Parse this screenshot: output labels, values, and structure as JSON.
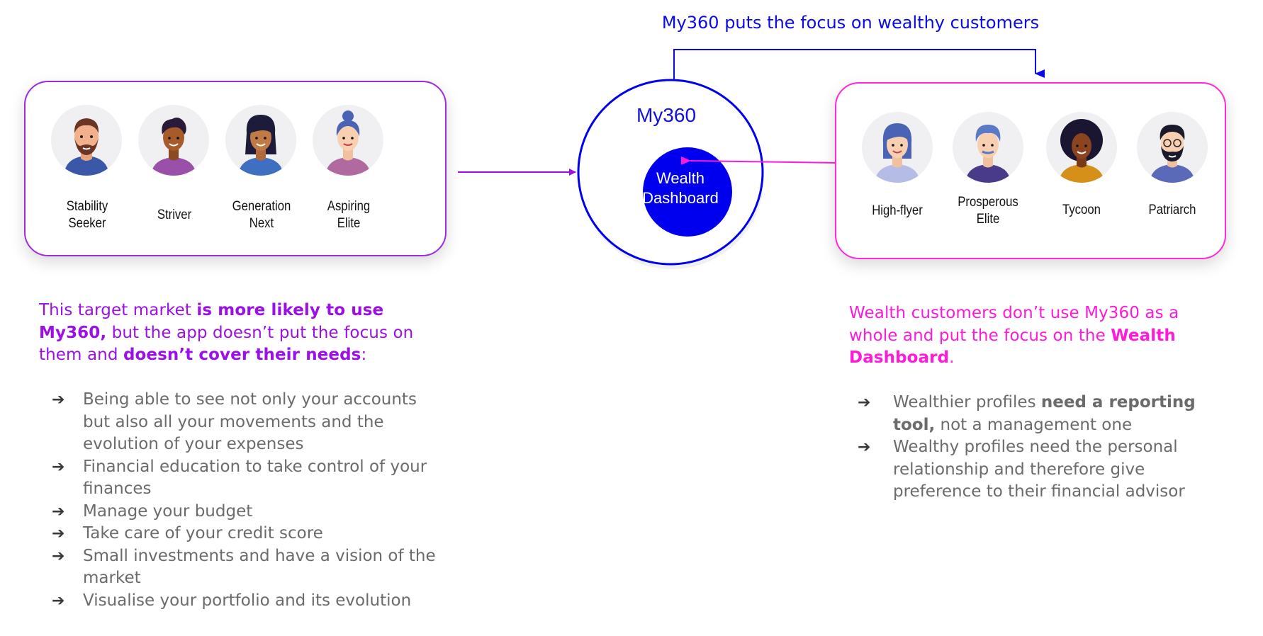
{
  "header": {
    "focus_label": "My360 puts the focus on wealthy customers"
  },
  "center": {
    "app_name": "My360",
    "dashboard_line1": "Wealth",
    "dashboard_line2": "Dashboard"
  },
  "left_group": {
    "personas": [
      {
        "line1": "Stability",
        "line2": "Seeker"
      },
      {
        "line1": "Striver",
        "line2": ""
      },
      {
        "line1": "Generation",
        "line2": "Next"
      },
      {
        "line1": "Aspiring",
        "line2": "Elite"
      }
    ],
    "summary": {
      "p1": "This target market ",
      "b1": "is more likely to use My360,",
      "p2": " but the app doesn’t put the focus on them and ",
      "b2": "doesn’t cover their needs",
      "p3": ":"
    },
    "needs": [
      "Being able to see not only your accounts but also all your movements and the evolution of your expenses",
      "Financial education to take control of your finances",
      "Manage your budget",
      "Take care of your credit score",
      "Small investments and have a vision of the market",
      "Visualise your portfolio and its evolution"
    ]
  },
  "right_group": {
    "personas": [
      {
        "line1": "High-flyer",
        "line2": ""
      },
      {
        "line1": "Prosperous",
        "line2": "Elite"
      },
      {
        "line1": "Tycoon",
        "line2": ""
      },
      {
        "line1": "Patriarch",
        "line2": ""
      }
    ],
    "summary": {
      "p1": "Wealth customers don’t use My360 as a whole and put the focus on the ",
      "b1": "Wealth Dashboard",
      "p2": "."
    },
    "insights": [
      {
        "p1": "Wealthier profiles ",
        "b1": "need a reporting tool,",
        "p2": " not a management one"
      },
      {
        "p1": "Wealthy profiles need the personal relationship and therefore give preference to their financial advisor",
        "b1": "",
        "p2": ""
      }
    ]
  },
  "arrow_symbol": "➔",
  "colors": {
    "left_accent": "#9b10e6",
    "right_accent": "#ff19d8",
    "app_blue": "#0000ee",
    "body_text": "#6b6b6b"
  },
  "icons": [
    "avatar-bearded-man-icon",
    "avatar-curly-man-icon",
    "avatar-woman-icon",
    "avatar-bun-woman-icon",
    "avatar-blue-hair-woman-icon",
    "avatar-older-man-icon",
    "avatar-curly-woman-icon",
    "avatar-bearded-glasses-man-icon",
    "arrow-right-icon"
  ]
}
